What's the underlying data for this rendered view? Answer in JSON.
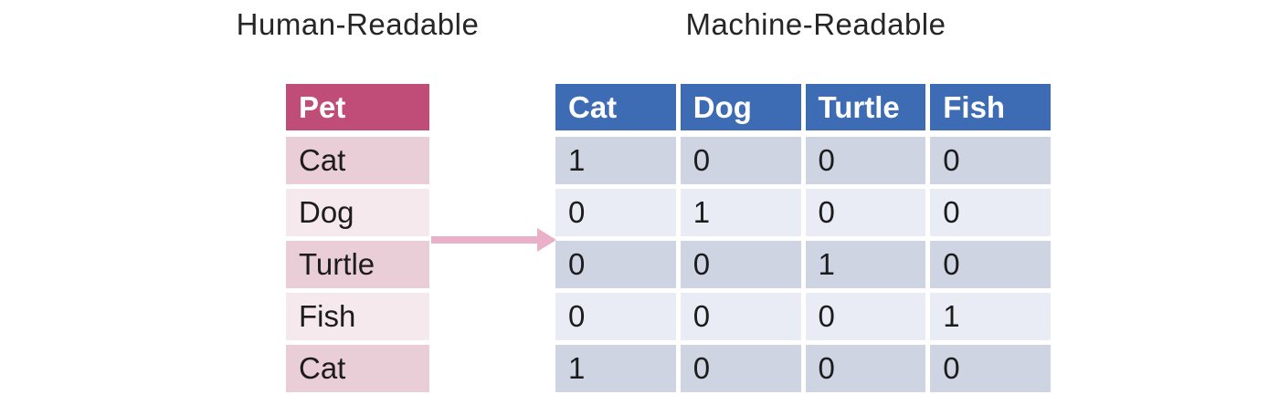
{
  "diagram": {
    "left": {
      "title": "Human-Readable",
      "table": {
        "header": "Pet",
        "rows": [
          "Cat",
          "Dog",
          "Turtle",
          "Fish",
          "Cat"
        ]
      }
    },
    "right": {
      "title": "Machine-Readable",
      "table": {
        "headers": [
          "Cat",
          "Dog",
          "Turtle",
          "Fish"
        ],
        "rows": [
          [
            1,
            0,
            0,
            0
          ],
          [
            0,
            1,
            0,
            0
          ],
          [
            0,
            0,
            1,
            0
          ],
          [
            0,
            0,
            0,
            1
          ],
          [
            1,
            0,
            0,
            0
          ]
        ]
      }
    },
    "arrow_direction": "left-to-right"
  },
  "colors": {
    "magenta_header": "#c04d78",
    "pink_row_dark": "#e9ced8",
    "pink_row_light": "#f6e9ee",
    "blue_header": "#3d6cb4",
    "blue_row_dark": "#cfd4e3",
    "blue_row_light": "#e9ecf4",
    "arrow_pink": "#e9b0c7"
  }
}
